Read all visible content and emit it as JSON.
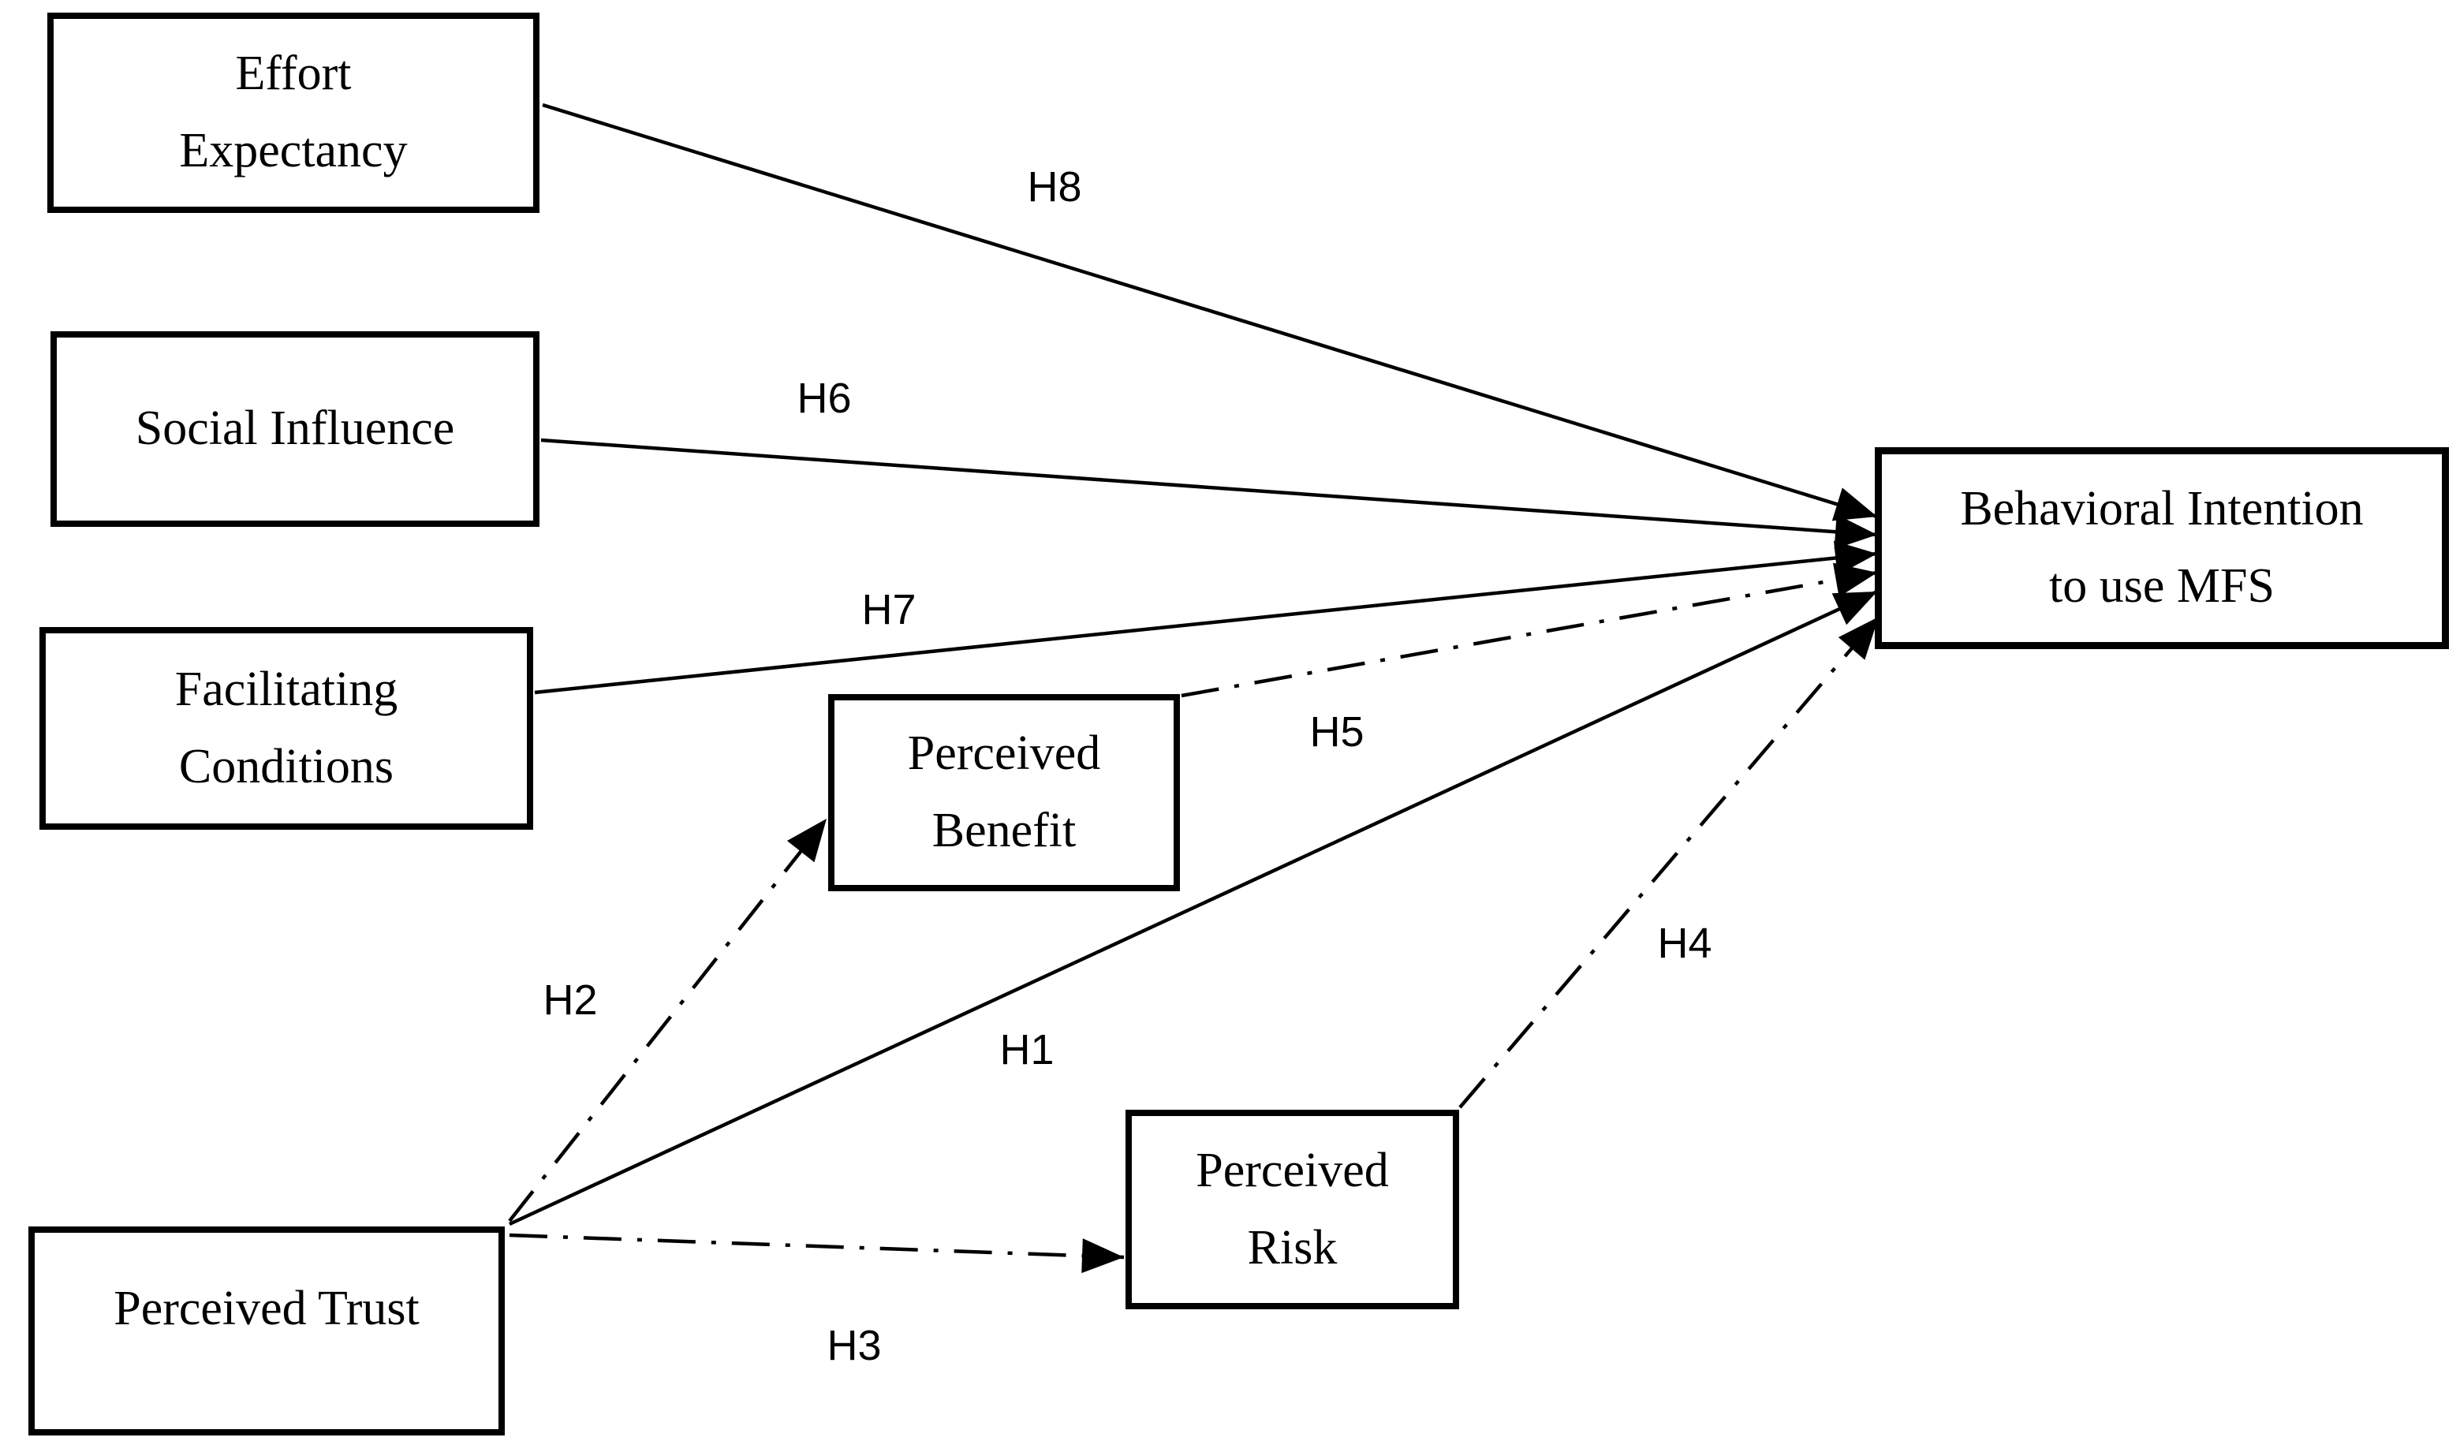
{
  "diagram": {
    "colors": {
      "background": "#ffffff",
      "line": "#000000",
      "box_border": "#000000",
      "text": "#000000"
    },
    "nodes": [
      {
        "id": "effort-expectancy",
        "label": "Effort Expectancy",
        "lines": [
          "Effort",
          "Expectancy"
        ]
      },
      {
        "id": "social-influence",
        "label": "Social Influence",
        "lines": [
          "Social Influence"
        ]
      },
      {
        "id": "facilitating-conditions",
        "label": "Facilitating Conditions",
        "lines": [
          "Facilitating",
          "Conditions"
        ]
      },
      {
        "id": "perceived-trust",
        "label": "Perceived Trust",
        "lines": [
          "Perceived Trust"
        ]
      },
      {
        "id": "perceived-benefit",
        "label": "Perceived Benefit",
        "lines": [
          "Perceived",
          "Benefit"
        ]
      },
      {
        "id": "perceived-risk",
        "label": "Perceived Risk",
        "lines": [
          "Perceived",
          "Risk"
        ]
      },
      {
        "id": "behavioral-intention",
        "label": "Behavioral Intention to use MFS",
        "lines": [
          "Behavioral Intention",
          "to use MFS"
        ]
      }
    ],
    "edges": [
      {
        "id": "H1",
        "label": "H1",
        "from": "perceived-trust",
        "to": "behavioral-intention",
        "style": "solid"
      },
      {
        "id": "H2",
        "label": "H2",
        "from": "perceived-trust",
        "to": "perceived-benefit",
        "style": "dash-dot"
      },
      {
        "id": "H3",
        "label": "H3",
        "from": "perceived-trust",
        "to": "perceived-risk",
        "style": "dash-dot"
      },
      {
        "id": "H4",
        "label": "H4",
        "from": "perceived-risk",
        "to": "behavioral-intention",
        "style": "dash-dot"
      },
      {
        "id": "H5",
        "label": "H5",
        "from": "perceived-benefit",
        "to": "behavioral-intention",
        "style": "dash-dot"
      },
      {
        "id": "H6",
        "label": "H6",
        "from": "social-influence",
        "to": "behavioral-intention",
        "style": "solid"
      },
      {
        "id": "H7",
        "label": "H7",
        "from": "facilitating-conditions",
        "to": "behavioral-intention",
        "style": "solid"
      },
      {
        "id": "H8",
        "label": "H8",
        "from": "effort-expectancy",
        "to": "behavioral-intention",
        "style": "solid"
      }
    ]
  }
}
